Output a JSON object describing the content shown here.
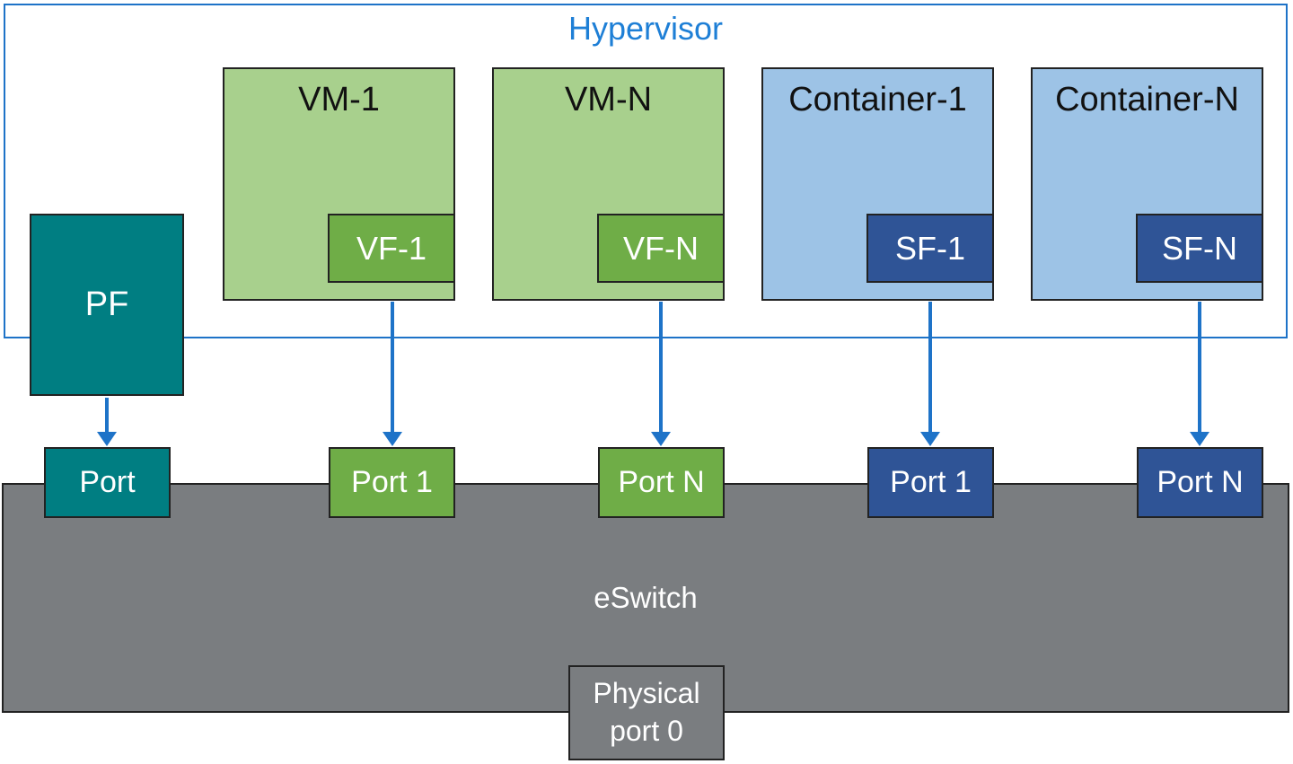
{
  "colors": {
    "hypervisor-blue": "#1E73C8",
    "title-blue": "#1E7FD6",
    "arrow-blue": "#1E73C8",
    "vm-fill": "#A8D08D",
    "vf-fill": "#6FAD47",
    "container-fill": "#9DC3E6",
    "sf-fill": "#2F5496",
    "pf-teal": "#007E82",
    "switch-gray": "#7A7D80",
    "border-dark": "#222222",
    "label-white": "#FFFFFF",
    "label-black": "#111111"
  },
  "hypervisor": {
    "label": "Hypervisor"
  },
  "guests": [
    {
      "type": "vm",
      "label": "VM-1",
      "fn": {
        "label": "VF-1"
      }
    },
    {
      "type": "vm",
      "label": "VM-N",
      "fn": {
        "label": "VF-N"
      }
    },
    {
      "type": "container",
      "label": "Container-1",
      "fn": {
        "label": "SF-1"
      }
    },
    {
      "type": "container",
      "label": "Container-N",
      "fn": {
        "label": "SF-N"
      }
    }
  ],
  "pf": {
    "label": "PF"
  },
  "ports": [
    {
      "label": "Port",
      "variant": "teal"
    },
    {
      "label": "Port 1",
      "variant": "green"
    },
    {
      "label": "Port N",
      "variant": "green"
    },
    {
      "label": "Port 1",
      "variant": "blue"
    },
    {
      "label": "Port N",
      "variant": "blue"
    }
  ],
  "eswitch": {
    "label": "eSwitch"
  },
  "physical_port": {
    "line1": "Physical",
    "line2": "port 0"
  }
}
